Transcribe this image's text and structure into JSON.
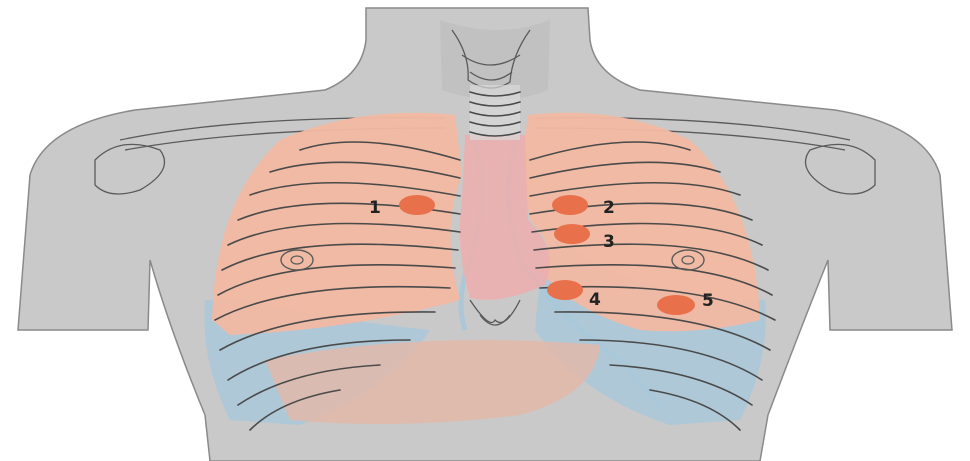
{
  "diagram": {
    "colors": {
      "background": "#ffffff",
      "skin": "#c9c9c9",
      "lung": "#f2b9a2",
      "heart": "#efaeae",
      "pleura": "#a9c8d9",
      "liver": "#e5b8a8",
      "marker": "#e8704a",
      "ink": "#4a4a4a"
    },
    "markers": [
      {
        "label": "1"
      },
      {
        "label": "2"
      },
      {
        "label": "3"
      },
      {
        "label": "4"
      },
      {
        "label": "5"
      }
    ]
  }
}
